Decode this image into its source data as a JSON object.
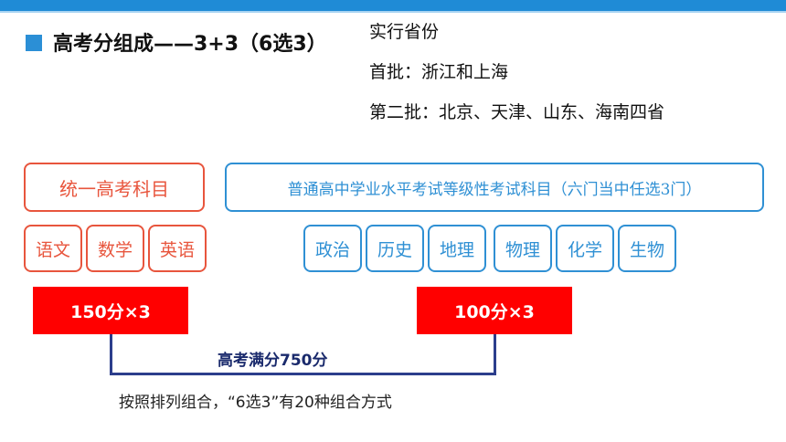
{
  "header": {
    "title": "高考分组成——3+3（6选3）"
  },
  "info": {
    "line1": "实行省份",
    "line2": "首批：浙江和上海",
    "line3": "第二批：北京、天津、山东、海南四省"
  },
  "unified": {
    "label": "统一高考科目",
    "subjects": [
      "语文",
      "数学",
      "英语"
    ],
    "score": "150分×3"
  },
  "elective": {
    "label": "普通高中学业水平考试等级性考试科目（六门当中任选3门）",
    "subjects": [
      "政治",
      "历史",
      "地理",
      "物理",
      "化学",
      "生物"
    ],
    "score": "100分×3"
  },
  "total": "高考满分750分",
  "note": "按照排列组合，“6选3”有20种组合方式",
  "colors": {
    "accent_blue": "#2f90d4",
    "accent_red": "#e8553d",
    "score_fill": "#ff0000",
    "connector": "#2c3e8c"
  }
}
